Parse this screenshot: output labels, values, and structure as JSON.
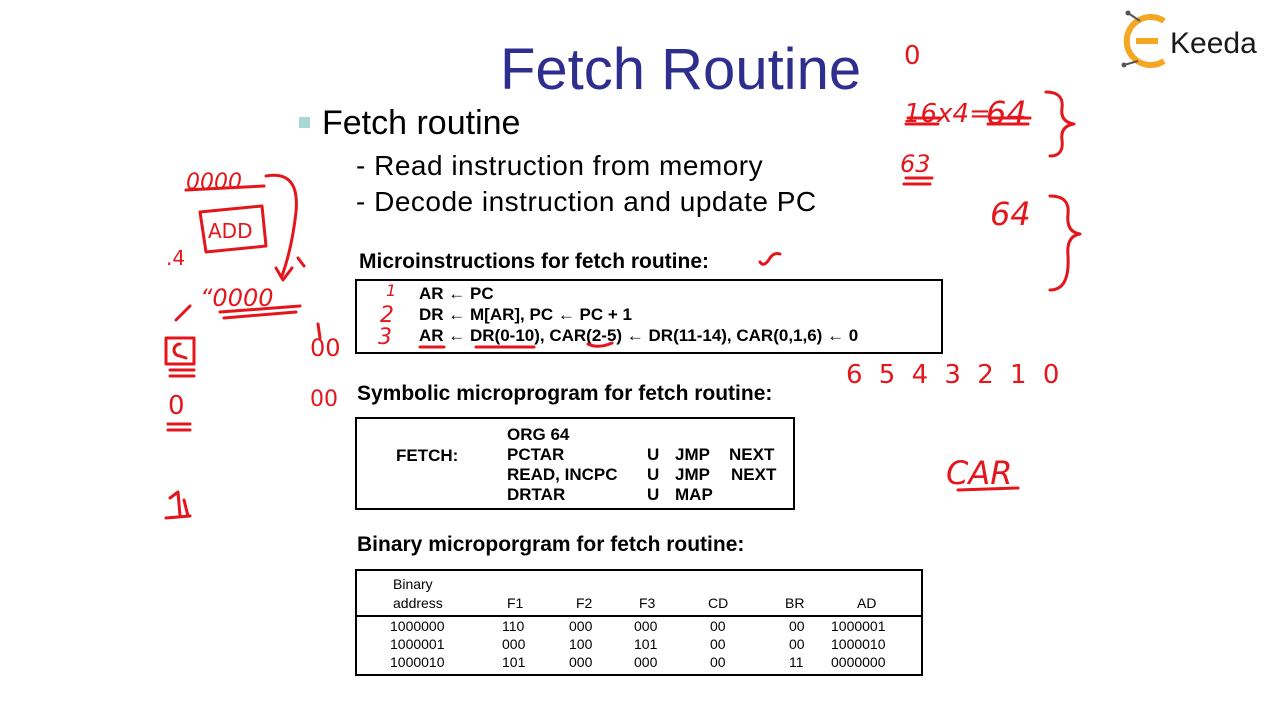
{
  "slide": {
    "title": "Fetch Routine",
    "bullet": "Fetch routine",
    "sub_items": [
      "- Read instruction from memory",
      "- Decode instruction and update PC"
    ]
  },
  "micro": {
    "heading": "Microinstructions for fetch routine:",
    "lines": [
      "AR ← PC",
      "DR ← M[AR], PC ← PC + 1",
      "AR ← DR(0-10), CAR(2-5) ← DR(11-14), CAR(0,1,6) ← 0"
    ]
  },
  "symbolic": {
    "heading": "Symbolic microprogram for fetch routine:",
    "label": "FETCH:",
    "rows": [
      {
        "op": "ORG 64",
        "cd": "",
        "br": "",
        "ad": ""
      },
      {
        "op": "PCTAR",
        "cd": "U",
        "br": "JMP",
        "ad": "NEXT"
      },
      {
        "op": "READ, INCPC",
        "cd": "U",
        "br": "JMP",
        "ad": "NEXT"
      },
      {
        "op": "DRTAR",
        "cd": "U",
        "br": "MAP",
        "ad": ""
      }
    ]
  },
  "binary": {
    "heading": "Binary microporgram for fetch routine:",
    "headers": [
      "Binary",
      "address",
      "F1",
      "F2",
      "F3",
      "CD",
      "BR",
      "AD"
    ],
    "rows": [
      [
        "1000000",
        "110",
        "000",
        "000",
        "00",
        "00",
        "1000001"
      ],
      [
        "1000001",
        "000",
        "100",
        "101",
        "00",
        "00",
        "1000010"
      ],
      [
        "1000010",
        "101",
        "000",
        "000",
        "00",
        "11",
        "0000000"
      ]
    ]
  },
  "logo": {
    "text": "Keeda",
    "brand_color": "#f5a623",
    "text_color": "#1a1a1a"
  },
  "annotations": {
    "ink_color": "#e4161c",
    "notes": [
      "0",
      "16x4=",
      "64",
      "63",
      "64",
      "6 5 4 3 2 1 0",
      "CAR",
      "0000",
      "ADD",
      ".4",
      "“0000",
      "00",
      "00",
      "1",
      "2",
      "3",
      "0"
    ]
  }
}
